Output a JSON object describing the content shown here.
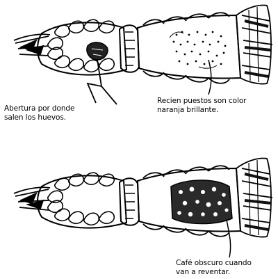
{
  "annotations": {
    "opening": {
      "line1": "Abertura por donde",
      "line2": "salen los huevos."
    },
    "fresh_eggs": {
      "line1": "Recien puestos son color",
      "line2": "naranja brillante."
    },
    "dark_eggs": {
      "line1": "Café obscuro cuando",
      "line2": "van a reventar."
    }
  },
  "colors": {
    "ink": "#000000",
    "paper": "#ffffff"
  }
}
